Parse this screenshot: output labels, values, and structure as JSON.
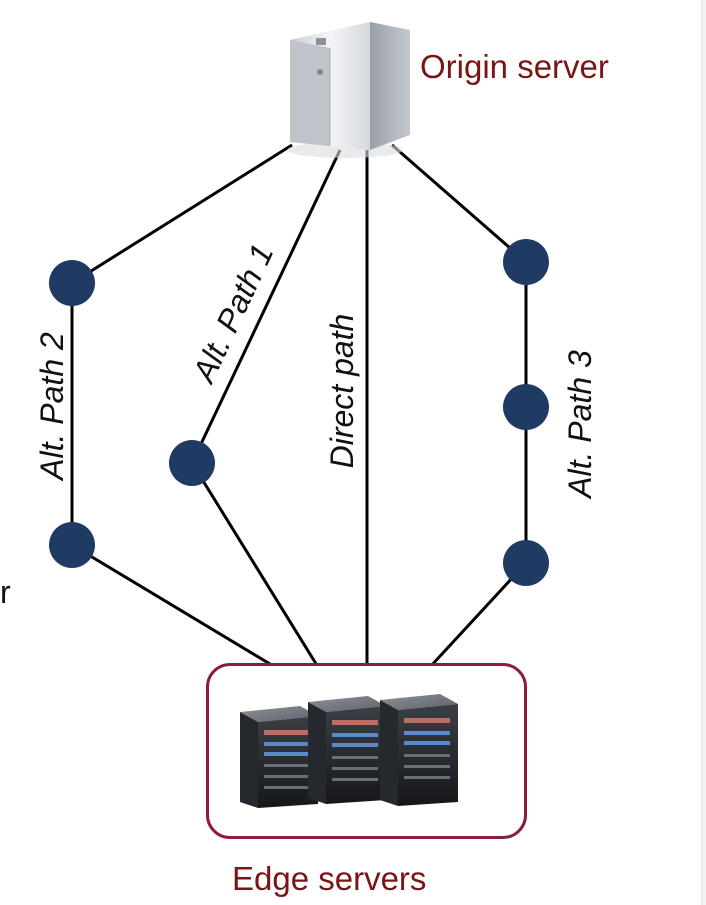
{
  "labels": {
    "origin": "Origin server",
    "edge": "Edge servers",
    "alt_path_1": "Alt. Path 1",
    "alt_path_2": "Alt. Path 2",
    "alt_path_3": "Alt. Path 3",
    "direct_path": "Direct path",
    "stray_char": "r"
  },
  "colors": {
    "label_red": "#7a1515",
    "node_fill": "#1f3b63",
    "line": "#000000",
    "box_border": "#8b1c3a"
  },
  "icons": {
    "origin": "tower-server-icon",
    "edge": "rack-server-icon"
  }
}
